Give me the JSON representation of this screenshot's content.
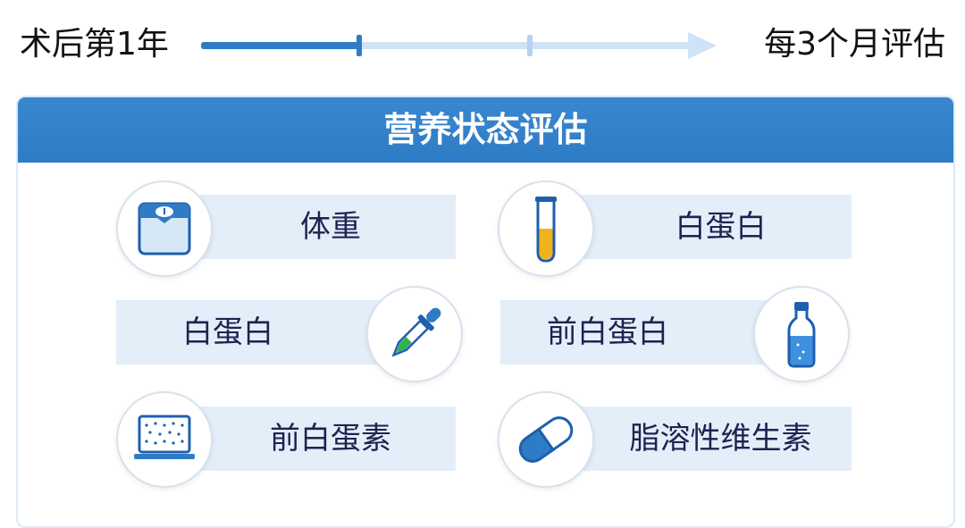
{
  "timeline": {
    "start_label": "术后第1年",
    "end_label": "每3个月评估"
  },
  "panel": {
    "title": "营养状态评估",
    "items": [
      {
        "label": "体重",
        "icon": "scale-icon"
      },
      {
        "label": "白蛋白",
        "icon": "test-tube-icon"
      },
      {
        "label": "白蛋白",
        "icon": "dropper-icon"
      },
      {
        "label": "前白蛋白",
        "icon": "bottle-icon"
      },
      {
        "label": "前白蛋素",
        "icon": "laptop-icon"
      },
      {
        "label": "脂溶性维生素",
        "icon": "capsule-icon"
      }
    ]
  },
  "colors": {
    "primary": "#2f7cc6",
    "light": "#e3eef9",
    "text": "#1b2450"
  }
}
